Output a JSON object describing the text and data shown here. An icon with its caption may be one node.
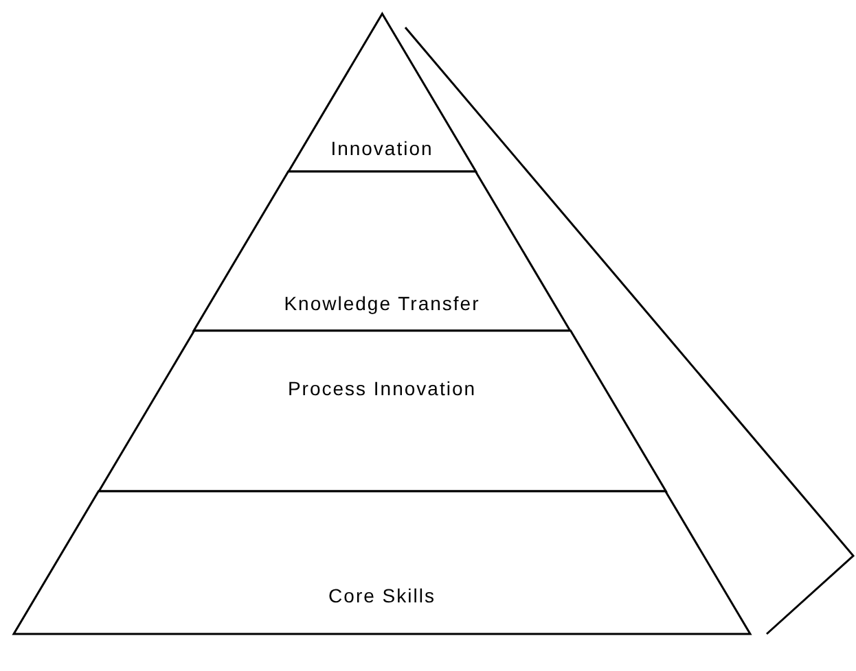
{
  "diagram": {
    "nodes": [
      {
        "text": [
          "Innovation"
        ]
      },
      {
        "text": [
          "Knowledge Transfer"
        ]
      },
      {
        "text": [
          "Process Innovation"
        ]
      },
      {
        "text": [
          "Core Skills"
        ]
      }
    ]
  }
}
